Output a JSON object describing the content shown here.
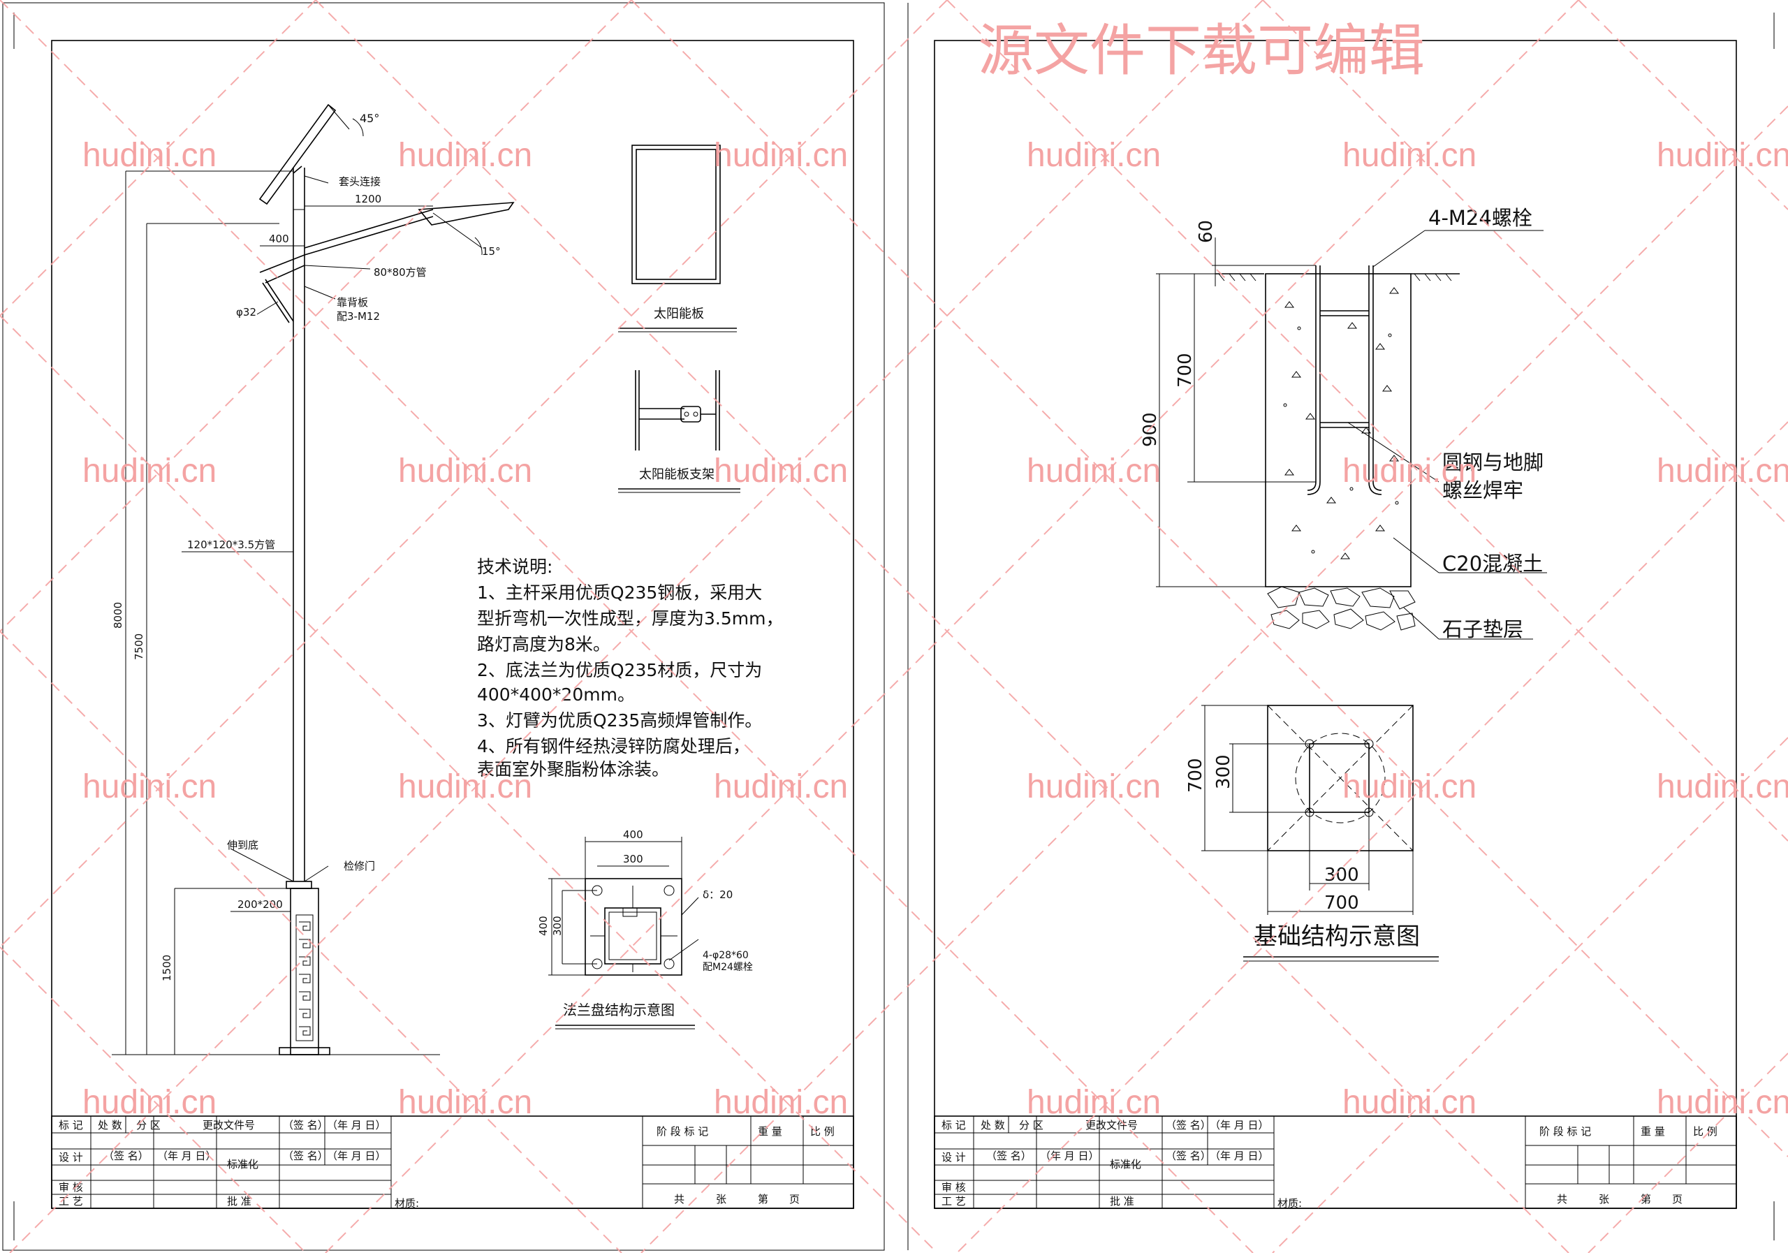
{
  "watermark": {
    "text": "hudini.cn",
    "banner": "源文件下载可编辑",
    "color": "#f4a3a3"
  },
  "left": {
    "pole": {
      "solar_angle": "45°",
      "label_sleeve": "套头连接",
      "dim_1200": "1200",
      "arm_angle": "15°",
      "dim_400": "400",
      "label_arm_tube": "80*80方管",
      "label_d32": "φ32",
      "label_rib": "靠背板",
      "label_rib_2": "配3-M12",
      "label_main_tube": "120*120*3.5方管",
      "dim_8000": "8000",
      "dim_7500": "7500",
      "label_base_ext": "伸到底",
      "label_door": "检修门",
      "label_base_box": "200*200",
      "dim_1500": "1500"
    },
    "solar_panel_caption": "太阳能板",
    "bracket_caption": "太阳能板支架",
    "notes": {
      "title": "技术说明:",
      "lines": [
        "1、主杆采用优质Q235钢板，采用大",
        "型折弯机一次性成型，厚度为3.5mm，",
        "路灯高度为8米。",
        "2、底法兰为优质Q235材质，尺寸为",
        "400*400*20mm。",
        "3、灯臂为优质Q235高频焊管制作。",
        "4、所有钢件经热浸锌防腐处理后，",
        "表面室外聚脂粉体涂装。"
      ]
    },
    "flange": {
      "dim_top_400": "400",
      "dim_top_300": "300",
      "dim_side_400": "400",
      "dim_side_300": "300",
      "thickness": "δ：20",
      "holes": "4-φ28*60",
      "bolts": "配M24螺栓",
      "caption": "法兰盘结构示意图"
    }
  },
  "right": {
    "foundation": {
      "bolt_label": "4-M24螺栓",
      "dim_60": "60",
      "dim_700": "700",
      "dim_900": "900",
      "weld_label_1": "圆钢与地脚",
      "weld_label_2": "螺丝焊牢",
      "concrete_label": "C20混凝土",
      "gravel_label": "石子垫层",
      "plan_dim_side_700": "700",
      "plan_dim_side_300": "300",
      "plan_dim_bottom_300": "300",
      "plan_dim_bottom_700": "700",
      "caption": "基础结构示意图"
    }
  },
  "title_block": {
    "row1": [
      "标 记",
      "处 数",
      "分 区",
      "更改文件号",
      "（签 名）",
      "（年 月 日）"
    ],
    "row2": [
      "设 计",
      "（签 名）",
      "（年 月 日）",
      "标准化",
      "（签 名）",
      "（年 月 日）"
    ],
    "row3": [
      "审 核"
    ],
    "row4": [
      "工 艺",
      "批 准"
    ],
    "material": "材质:",
    "stage_mark": "阶 段 标 记",
    "weight": "重 量",
    "scale": "比 例",
    "sheets_total": "共",
    "sheets_label": "张",
    "sheet_no": "第",
    "page": "页"
  }
}
